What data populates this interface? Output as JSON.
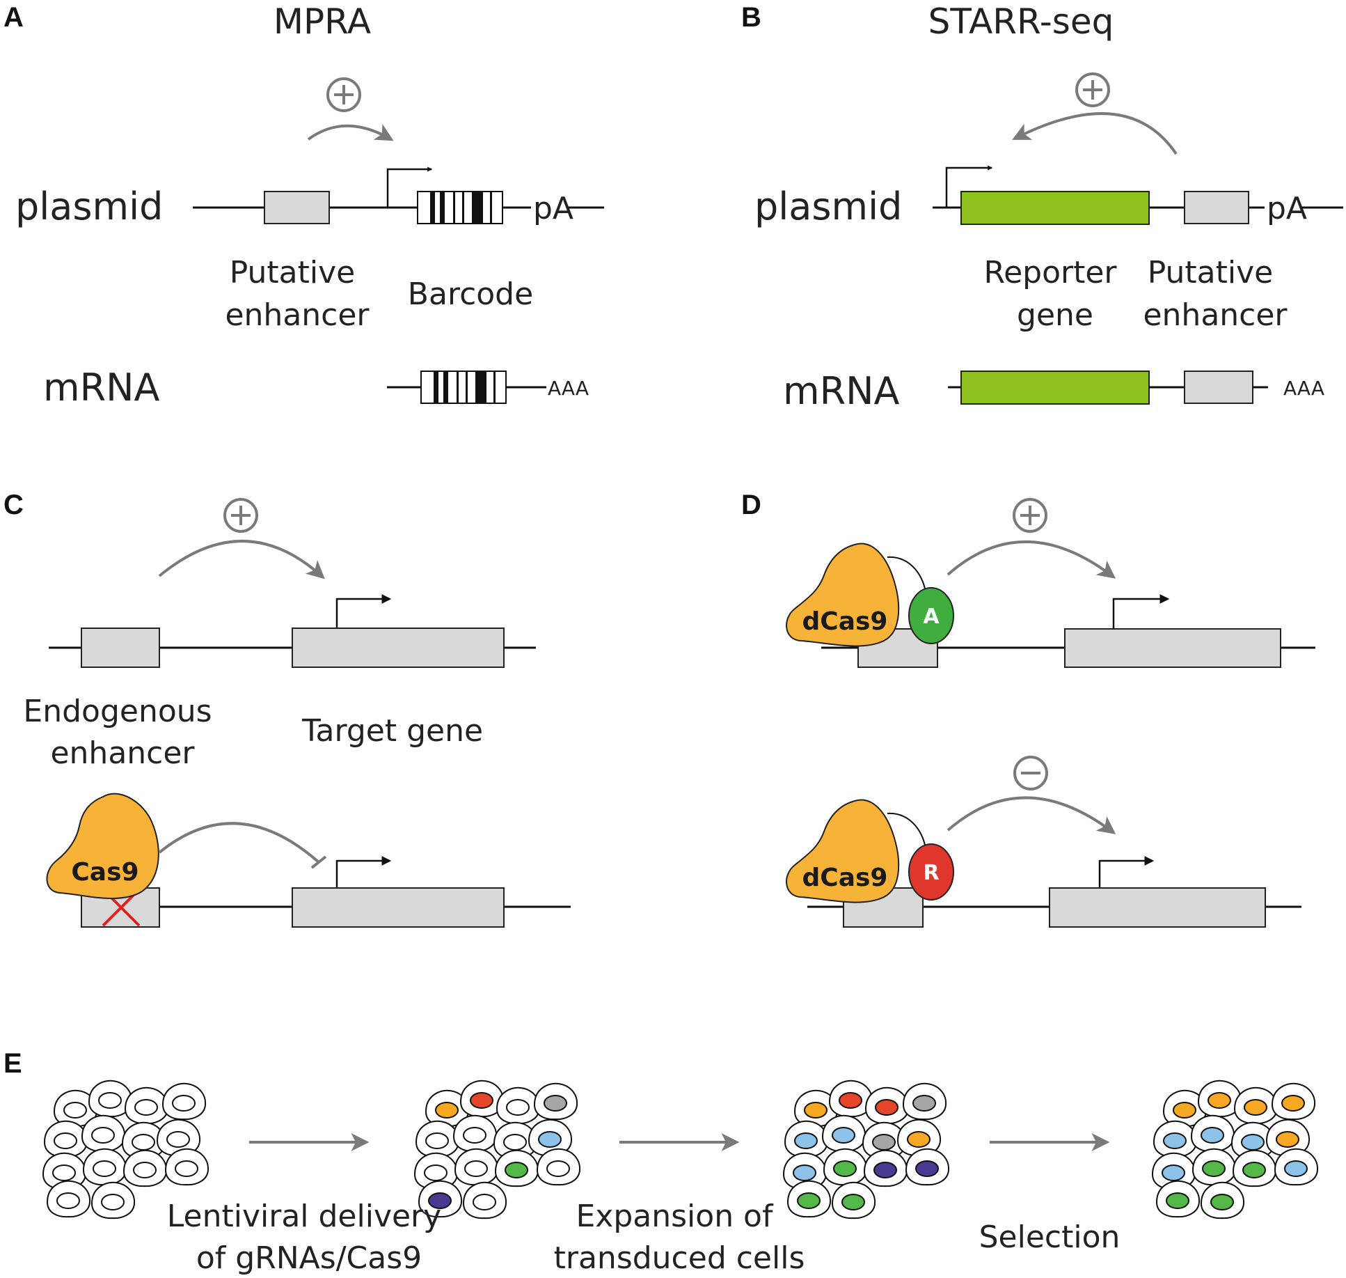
{
  "panels": {
    "a": {
      "letter": "A",
      "title": "MPRA",
      "plasmid_label": "plasmid",
      "mrna_label": "mRNA",
      "pA": "pA",
      "polyA": "AAA",
      "enhancer_label": [
        "Putative",
        "enhancer"
      ],
      "barcode_label": "Barcode",
      "sign": "+"
    },
    "b": {
      "letter": "B",
      "title": "STARR-seq",
      "plasmid_label": "plasmid",
      "mrna_label": "mRNA",
      "pA": "pA",
      "polyA": "AAA",
      "reporter_label": [
        "Reporter",
        "gene"
      ],
      "enhancer_label": [
        "Putative",
        "enhancer"
      ],
      "sign": "+"
    },
    "c": {
      "letter": "C",
      "enhancer_label": [
        "Endogenous",
        "enhancer"
      ],
      "target_label": "Target gene",
      "cas9": "Cas9",
      "sign": "+"
    },
    "d": {
      "letter": "D",
      "dcas9": "dCas9",
      "activator": "A",
      "repressor": "R",
      "sign_top": "+",
      "sign_bottom": "−"
    },
    "e": {
      "letter": "E",
      "step1": [
        "Lentiviral delivery",
        "of gRNAs/Cas9"
      ],
      "step2": [
        "Expansion of",
        "transduced cells"
      ],
      "step3": "Selection"
    }
  },
  "colors": {
    "reporter_green": "#8dc21f",
    "enhancer_grey": "#d9d9d9",
    "cas9_orange": "#f7b337",
    "activator_green": "#3fae3f",
    "repressor_red": "#e0372c",
    "cell_orange": "#f7a823",
    "cell_red": "#e5462a",
    "cell_grey": "#a6a6a6",
    "cell_blue": "#8ec2e8",
    "cell_green": "#54b848",
    "cell_purple": "#4b3a8f",
    "cut_mark": "#e02020",
    "arrow_grey": "#7a7a7a"
  },
  "cell_groups": [
    {
      "name": "untransduced",
      "nuclei": [
        "white",
        "white",
        "white",
        "white",
        "white",
        "white",
        "white",
        "white",
        "white",
        "white",
        "white",
        "white",
        "white",
        "white"
      ]
    },
    {
      "name": "transduced",
      "nuclei": [
        "orange",
        "red",
        "white",
        "grey",
        "white",
        "white",
        "white",
        "blue",
        "white",
        "white",
        "green",
        "white",
        "purple",
        "white"
      ]
    },
    {
      "name": "expanded",
      "nuclei": [
        "orange",
        "red",
        "red",
        "grey",
        "blue",
        "blue",
        "grey",
        "orange",
        "blue",
        "green",
        "purple",
        "purple",
        "green",
        "green"
      ]
    },
    {
      "name": "selected",
      "nuclei": [
        "orange",
        "orange",
        "orange",
        "orange",
        "blue",
        "blue",
        "blue",
        "orange",
        "blue",
        "green",
        "green",
        "blue",
        "green",
        "green"
      ]
    }
  ]
}
